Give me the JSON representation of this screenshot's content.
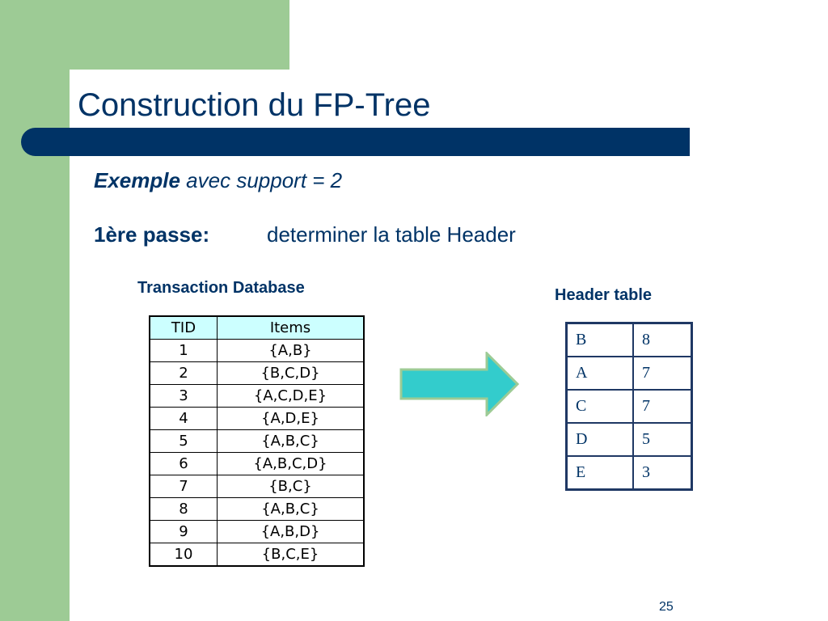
{
  "slide": {
    "title": "Construction du FP-Tree",
    "example_bold": "Exemple",
    "example_rest": " avec support = 2",
    "pass_label": "1ère passe:",
    "pass_text": "determiner la table Header",
    "page_number": "25"
  },
  "transaction_db": {
    "caption": "Transaction Database",
    "headers": [
      "TID",
      "Items"
    ],
    "rows": [
      [
        "1",
        "{A,B}"
      ],
      [
        "2",
        "{B,C,D}"
      ],
      [
        "3",
        "{A,C,D,E}"
      ],
      [
        "4",
        "{A,D,E}"
      ],
      [
        "5",
        "{A,B,C}"
      ],
      [
        "6",
        "{A,B,C,D}"
      ],
      [
        "7",
        "{B,C}"
      ],
      [
        "8",
        "{A,B,C}"
      ],
      [
        "9",
        "{A,B,D}"
      ],
      [
        "10",
        "{B,C,E}"
      ]
    ]
  },
  "header_table": {
    "caption": "Header table",
    "rows": [
      [
        "B",
        "8"
      ],
      [
        "A",
        "7"
      ],
      [
        "C",
        "7"
      ],
      [
        "D",
        "5"
      ],
      [
        "E",
        "3"
      ]
    ]
  },
  "colors": {
    "green": "#9dcb95",
    "navy": "#003366",
    "arrow_fill": "#33cccc",
    "table_header_bg": "#ccffff"
  }
}
